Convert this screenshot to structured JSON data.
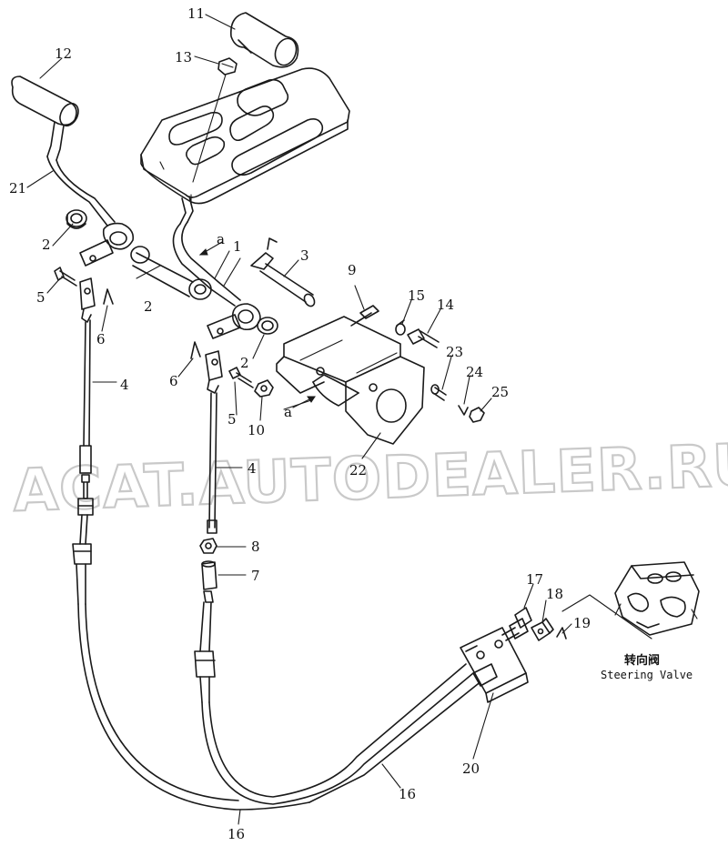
{
  "watermark": "ACAT.AUTODEALER.RU",
  "steering_valve": {
    "label_cn": "转向阀",
    "label_en": "Steering Valve"
  },
  "callouts": {
    "p11": "11",
    "p12": "12",
    "p13": "13",
    "p21": "21",
    "p2a": "2",
    "p2b": "2",
    "p2c": "2",
    "a1": "a",
    "p1": "1",
    "p3": "3",
    "p9": "9",
    "p15": "15",
    "p14": "14",
    "p5a": "5",
    "p6a": "6",
    "p6b": "6",
    "p4a": "4",
    "p5b": "5",
    "p10": "10",
    "a2": "a",
    "p23": "23",
    "p24": "24",
    "p25": "25",
    "p22": "22",
    "p4b": "4",
    "p8": "8",
    "p7": "7",
    "p17": "17",
    "p18": "18",
    "p19": "19",
    "p20": "20",
    "p16a": "16",
    "p16b": "16"
  }
}
